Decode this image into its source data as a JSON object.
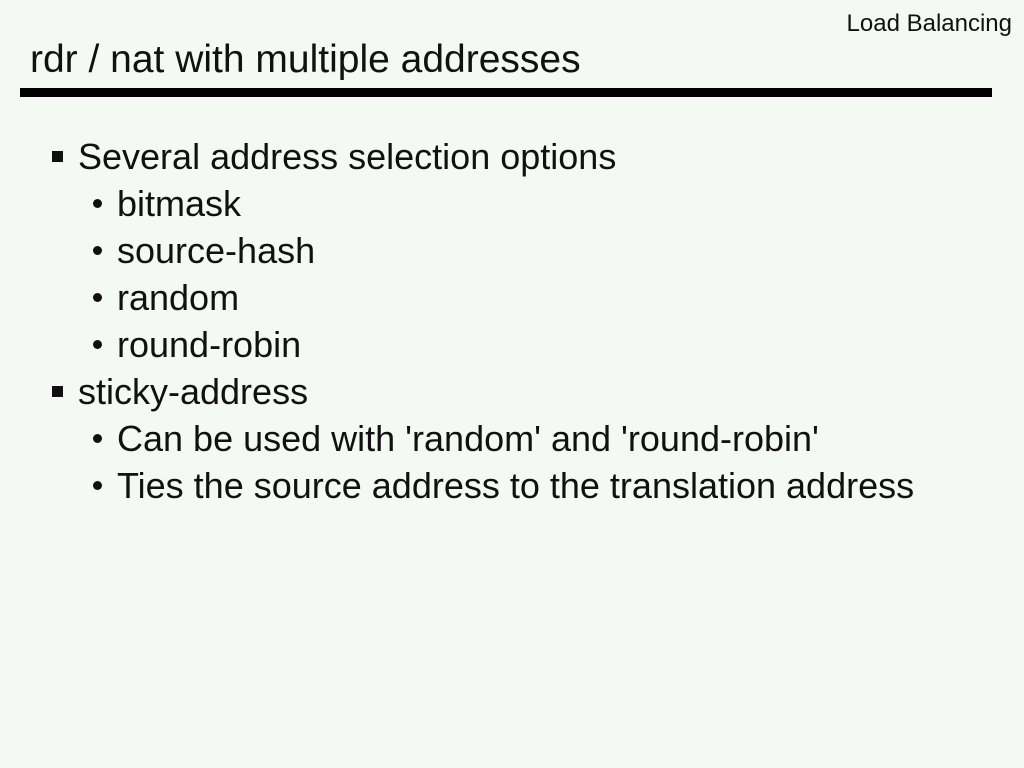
{
  "slide": {
    "corner_label": "Load Balancing",
    "title": "rdr / nat with multiple addresses"
  },
  "content": {
    "bullets": [
      {
        "level": 1,
        "text": "Several address selection options"
      },
      {
        "level": 2,
        "text": "bitmask"
      },
      {
        "level": 2,
        "text": "source-hash"
      },
      {
        "level": 2,
        "text": "random"
      },
      {
        "level": 2,
        "text": "round-robin"
      },
      {
        "level": 1,
        "text": "sticky-address"
      },
      {
        "level": 2,
        "text": "Can be used with 'random' and 'round-robin'"
      },
      {
        "level": 2,
        "text": "Ties the source address to the translation address"
      }
    ]
  },
  "theme": {
    "background_color": "#f5f9f4",
    "text_color": "#111111",
    "rule_color": "#000000",
    "bullet_color": "#101010"
  }
}
